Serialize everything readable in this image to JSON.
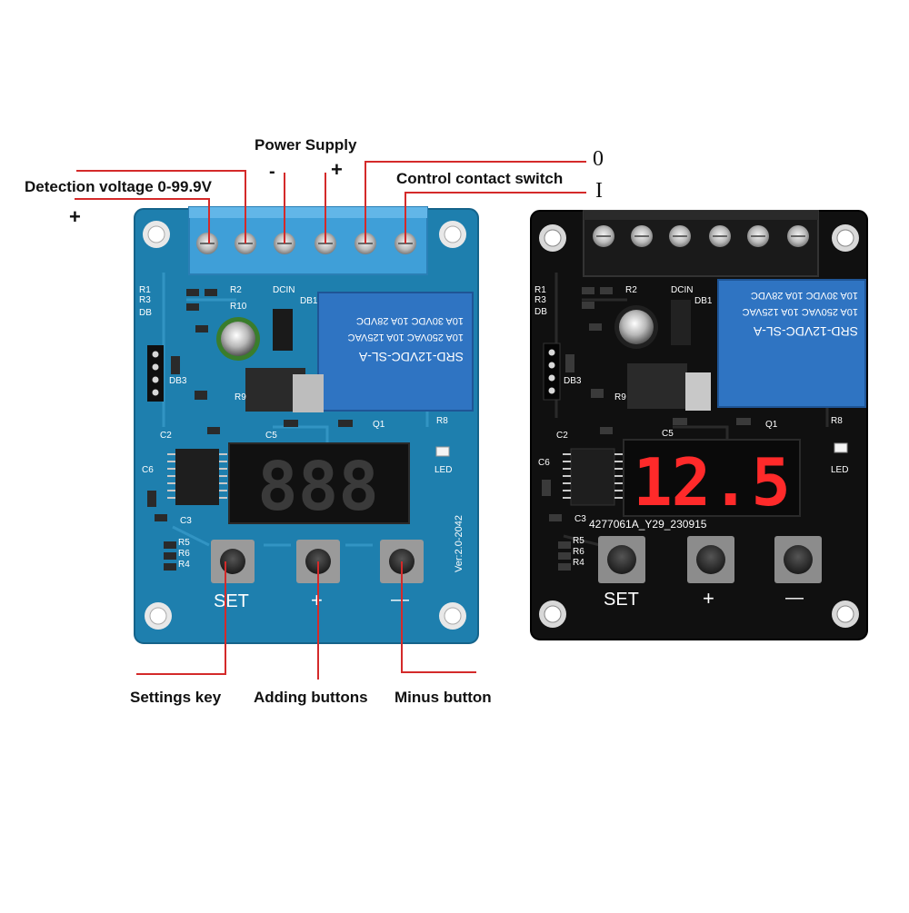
{
  "callouts": {
    "power_supply": "Power Supply",
    "minus_sign": "-",
    "plus_sign": "+",
    "detection_voltage": "Detection voltage 0-99.9V",
    "detection_plus": "+",
    "control_contact_switch": "Control contact switch",
    "state_zero": "0",
    "state_one": "I",
    "settings_key": "Settings key",
    "adding_buttons": "Adding buttons",
    "minus_button": "Minus button"
  },
  "blue_board": {
    "relay_lines": [
      "SRD-12VDC-SL-A",
      "10A 250VAC  10A 125VAC",
      "10A 30VDC  10A 28VDC"
    ],
    "display_digits": "888",
    "button_labels": [
      "SET",
      "+",
      "—"
    ],
    "silkscreen": {
      "r1": "R1",
      "r3": "R3",
      "db": "DB",
      "r2": "R2",
      "r10": "R10",
      "dc_in": "DCIN",
      "db1": "DB1",
      "db3": "DB3",
      "r9": "R9",
      "c2": "C2",
      "c5": "C5",
      "q1": "Q1",
      "r8": "R8",
      "led": "LED",
      "c6": "C6",
      "c3": "C3",
      "r5": "R5",
      "r6": "R6",
      "r4": "R4",
      "version": "Ver:2.0-2042"
    },
    "colors": {
      "pcb": "#1e7fae",
      "terminal": "#3f9fd8",
      "relay": "#2f74c2"
    }
  },
  "black_board": {
    "relay_lines": [
      "SRD-12VDC-SL-A",
      "10A 250VAC  10A 125VAC",
      "10A 30VDC  10A 28VDC"
    ],
    "display_digits": [
      "1",
      "2.",
      "5"
    ],
    "batch_code": "4277061A_Y29_230915",
    "button_labels": [
      "SET",
      "+",
      "—"
    ],
    "silkscreen": {
      "r1": "R1",
      "r3": "R3",
      "db": "DB",
      "r2": "R2",
      "dc_in": "DCIN",
      "db1": "DB1",
      "db3": "DB3",
      "r9": "R9",
      "c2": "C2",
      "c5": "C5",
      "q1": "Q1",
      "r8": "R8",
      "led": "LED",
      "c6": "C6",
      "c3": "C3",
      "r5": "R5",
      "r6": "R6",
      "r4": "R4"
    },
    "colors": {
      "pcb": "#101010",
      "terminal": "#1a1a1a",
      "relay": "#2f74c2",
      "digit": "#ff2a2a"
    }
  },
  "colors": {
    "leader_line": "#d42a2a",
    "label_text": "#111111"
  }
}
